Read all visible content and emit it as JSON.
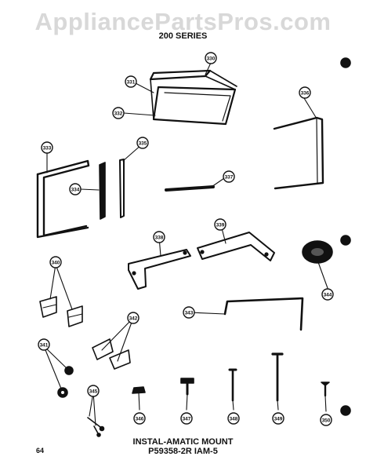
{
  "header": {
    "watermark": "AppliancePartsPros.com",
    "series": "200 SERIES"
  },
  "footer": {
    "title_line1": "INSTAL-AMATIC MOUNT",
    "title_line2": "P59358-2R IAM-5",
    "page_number": "64"
  },
  "callouts": [
    "330",
    "331",
    "332",
    "333",
    "334",
    "335",
    "336",
    "337",
    "338",
    "339",
    "340",
    "341",
    "342",
    "343",
    "344",
    "345",
    "346",
    "347",
    "348",
    "349",
    "350"
  ],
  "colors": {
    "ink": "#111111",
    "watermark": "#d8d8d8",
    "paper": "#ffffff"
  }
}
